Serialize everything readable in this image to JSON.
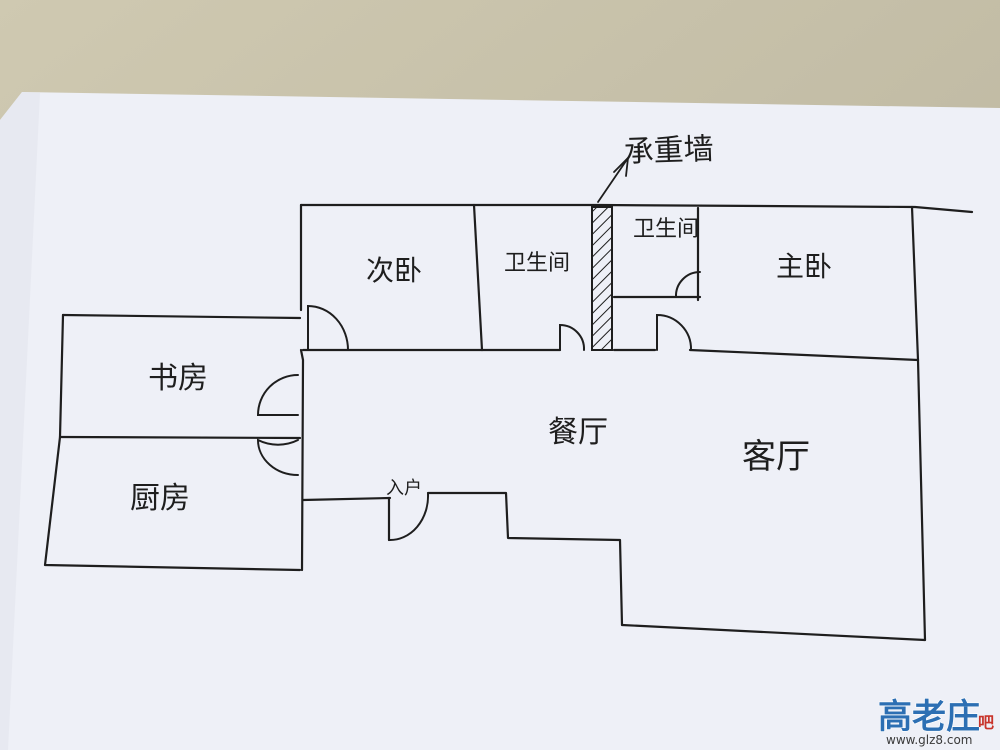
{
  "floor_plan": {
    "annotation": "承重墙",
    "rooms": {
      "second_bedroom": "次卧",
      "bathroom_left": "卫生间",
      "bathroom_right": "卫生间",
      "master_bedroom": "主卧",
      "study": "书房",
      "kitchen": "厨房",
      "dining_hall": "餐厅",
      "living_room": "客厅",
      "entrance": "入户"
    }
  },
  "watermark": {
    "title": "高老庄",
    "suffix": "吧",
    "url": "www.glz8.com"
  },
  "colors": {
    "paper": "#eef0f7",
    "ink": "#1e1e1e",
    "desk": "#c9c3ad",
    "watermark_blue": "#2c6fb3",
    "watermark_green": "#3a9a3a",
    "watermark_red": "#c8342b"
  }
}
